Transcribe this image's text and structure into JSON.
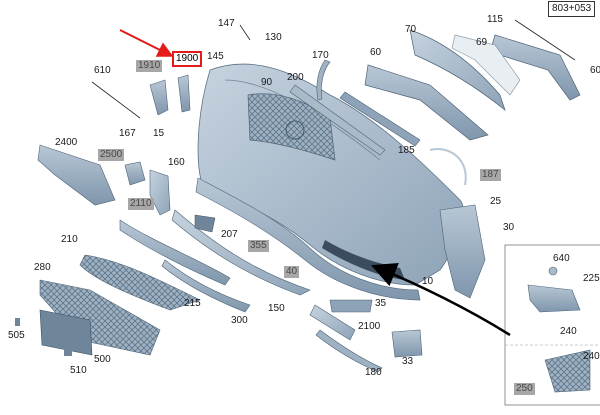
{
  "diagram": {
    "reference": "803+053",
    "highlighted_part": "1900",
    "parts": [
      "147",
      "130",
      "145",
      "1910",
      "610",
      "115",
      "69",
      "60",
      "70",
      "170",
      "200",
      "90",
      "167",
      "15",
      "2400",
      "2500",
      "160",
      "185",
      "187",
      "2110",
      "25",
      "30",
      "207",
      "355",
      "210",
      "40",
      "280",
      "215",
      "10",
      "505",
      "35",
      "300",
      "150",
      "2100",
      "500",
      "510",
      "33",
      "180",
      "640",
      "225",
      "240",
      "250"
    ]
  }
}
